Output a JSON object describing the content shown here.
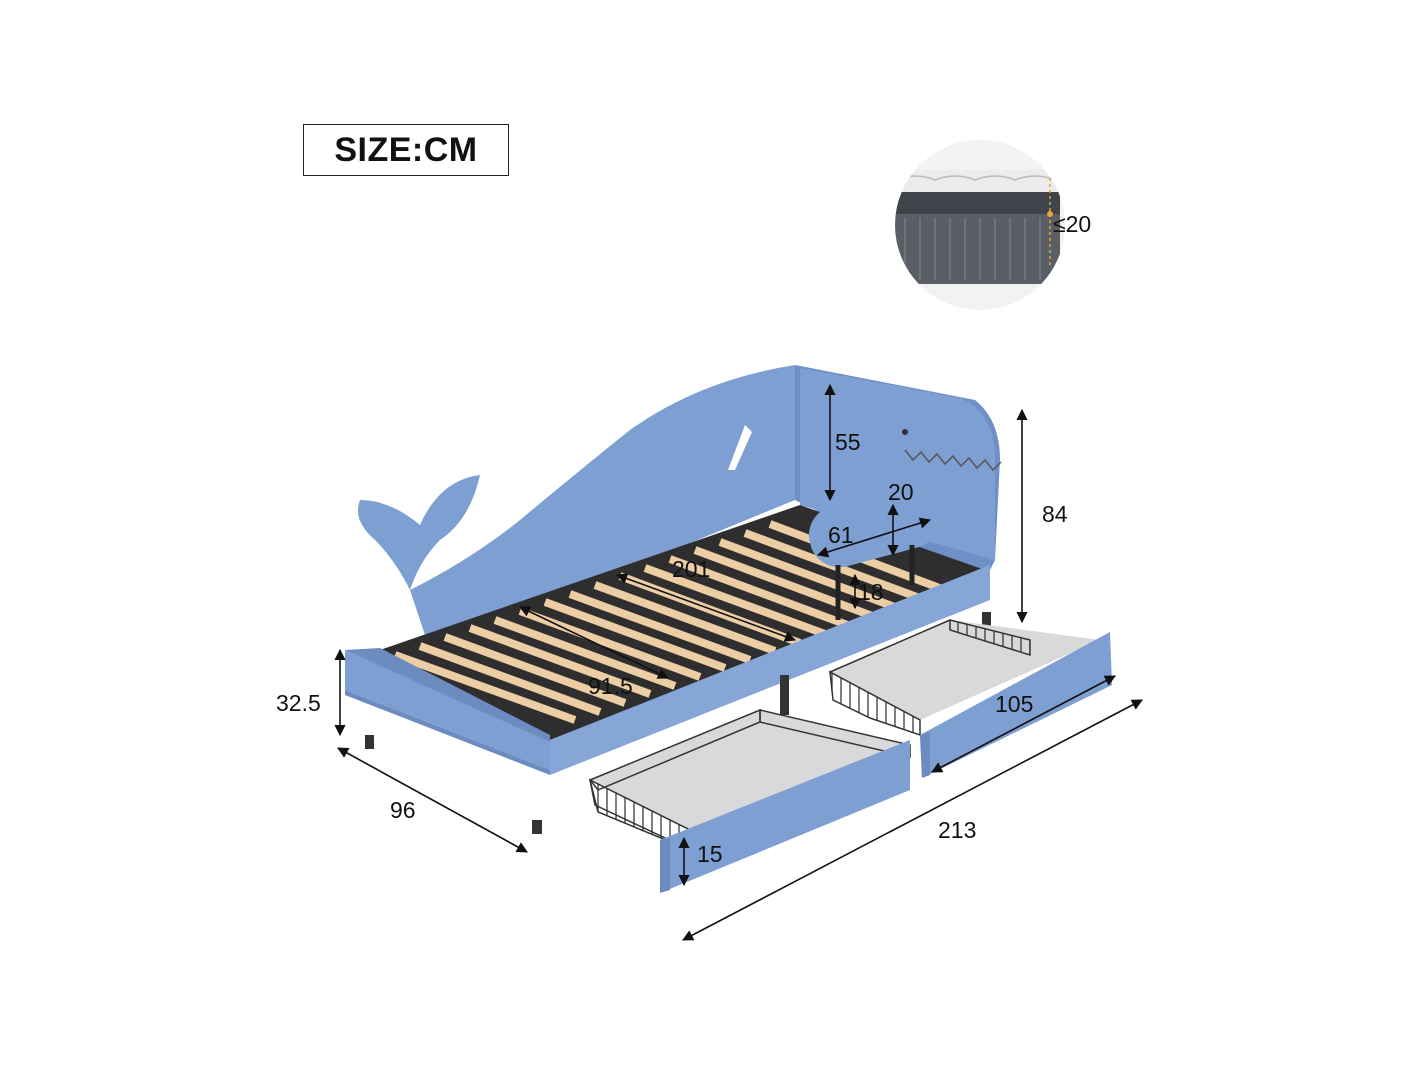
{
  "size_label": "SIZE:CM",
  "colors": {
    "bed": "#7e9fd2",
    "bed_dark": "#6c8cc0",
    "slat": "#eccda4",
    "basket": "#d9d9d9",
    "wire": "#3a3a3a",
    "mattress": "#4a4f56"
  },
  "mattress": {
    "thickness": "≤20"
  },
  "dimensions": {
    "headboard_height": "55",
    "total_height": "84",
    "guard_width": "61",
    "guard_height": "20",
    "guard_gap": "18",
    "inner_length": "201",
    "inner_width": "91.5",
    "side_height": "32.5",
    "total_width": "96",
    "drawer_length": "105",
    "total_length": "213",
    "drawer_height": "15"
  }
}
